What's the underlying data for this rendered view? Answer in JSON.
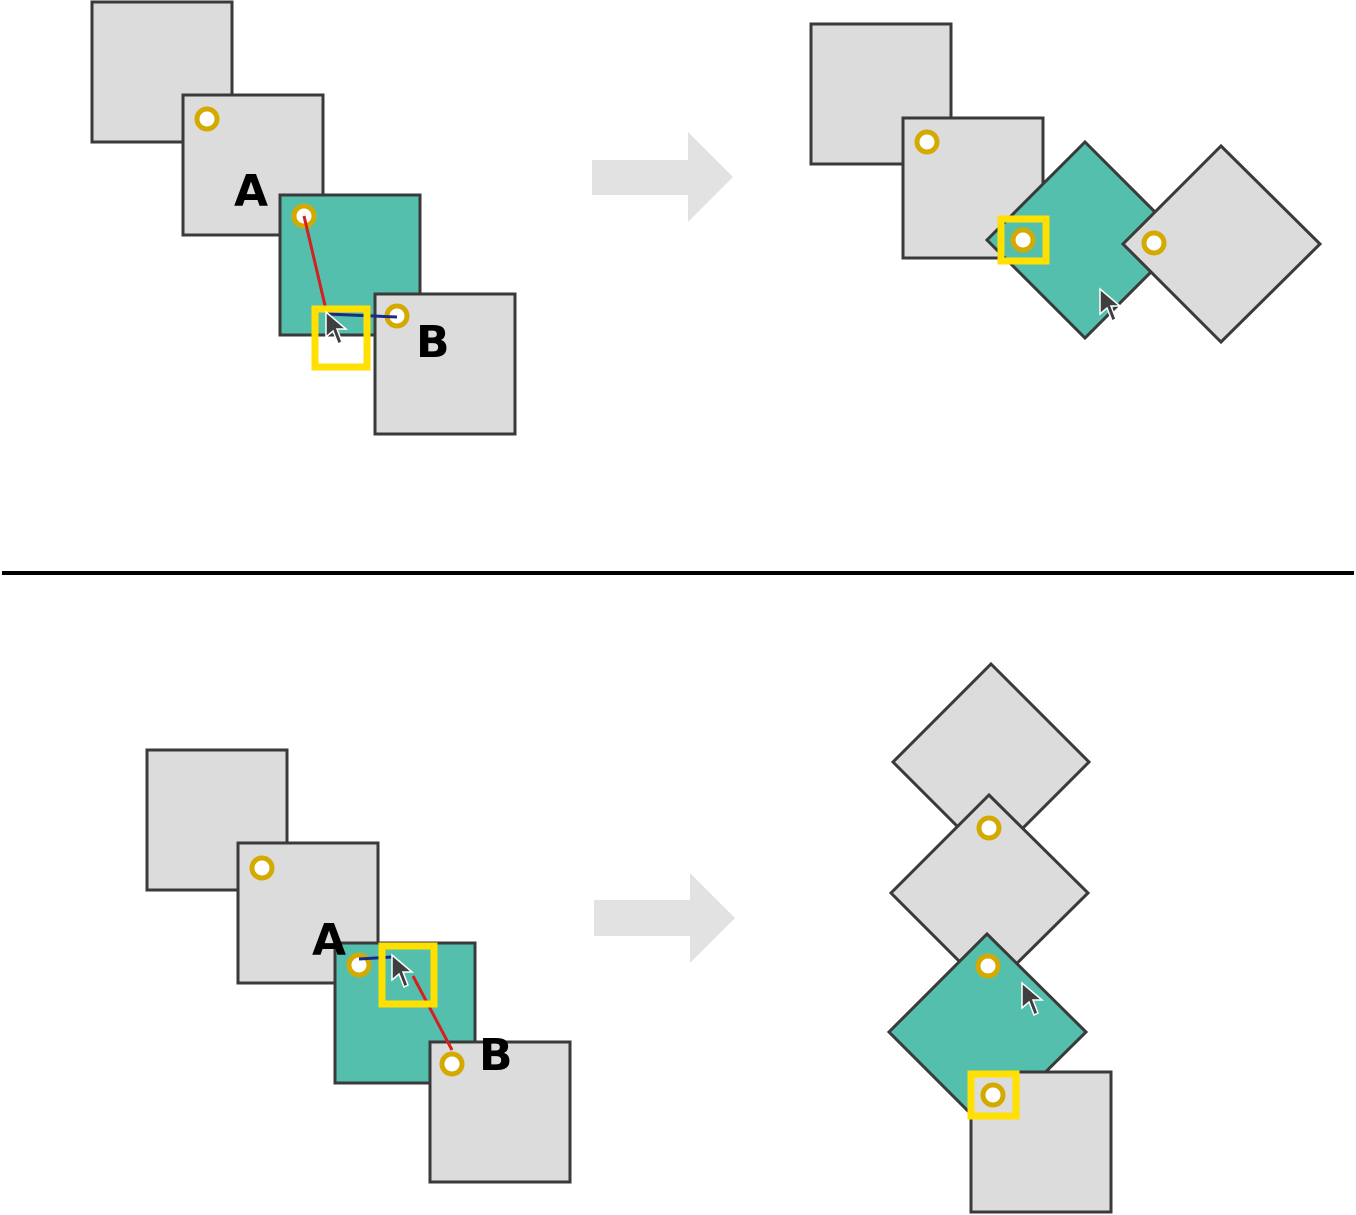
{
  "colors": {
    "box_fill": "#dcdcdc",
    "box_stroke": "#3a3a3a",
    "active_fill": "#55bfad",
    "pivot": "#d4aa00",
    "highlight": "#ffe000",
    "line_a": "#d42020",
    "line_b": "#1a2a8a",
    "arrow": "#e2e2e2",
    "divider": "#000000"
  },
  "scenarios": [
    {
      "id": "top",
      "labels": {
        "a": "A",
        "b": "B"
      }
    },
    {
      "id": "bottom",
      "labels": {
        "a": "A",
        "b": "B"
      }
    }
  ]
}
